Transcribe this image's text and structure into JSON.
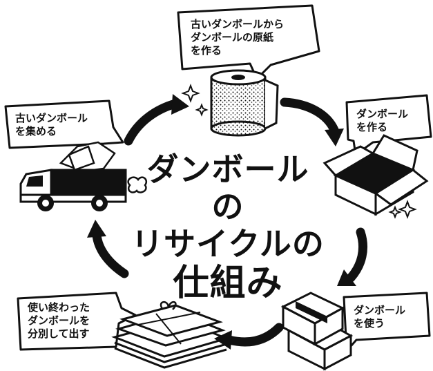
{
  "title": {
    "line1": "ダンボールの",
    "line2": "リサイクルの",
    "line3": "仕組み"
  },
  "steps": [
    {
      "lines": [
        "古いダンボールから",
        "ダンボールの原紙",
        "を作る"
      ]
    },
    {
      "lines": [
        "ダンボール",
        "を作る"
      ]
    },
    {
      "lines": [
        "ダンボール",
        "を使う"
      ]
    },
    {
      "lines": [
        "使い終わった",
        "ダンボールを",
        "分別して出す"
      ]
    },
    {
      "lines": [
        "古いダンボール",
        "を集める"
      ]
    }
  ],
  "icons": [
    "paper-roll-icon",
    "open-box-icon",
    "stacked-boxes-icon",
    "tied-bundle-icon",
    "truck-icon",
    "cycle-arrow-icon",
    "sparkle-icon",
    "exhaust-cloud-icon"
  ]
}
